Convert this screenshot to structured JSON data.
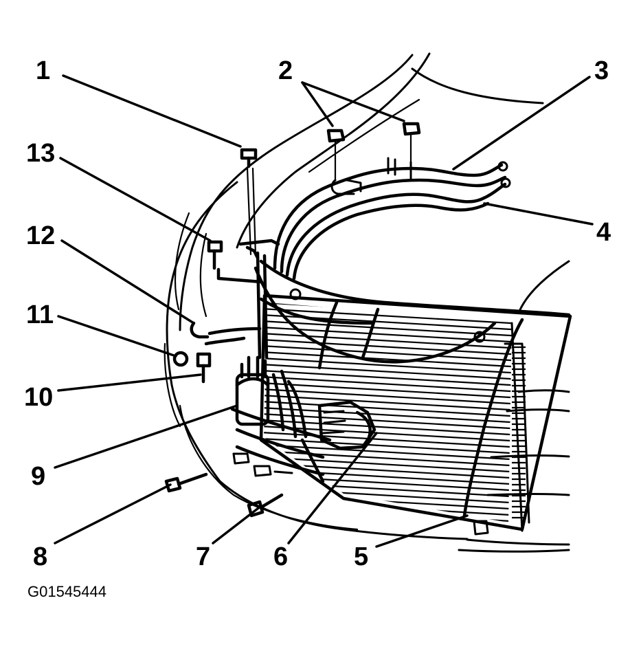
{
  "figure_id": "G01545444",
  "callouts": [
    {
      "label": "1"
    },
    {
      "label": "2"
    },
    {
      "label": "3"
    },
    {
      "label": "4"
    },
    {
      "label": "5"
    },
    {
      "label": "6"
    },
    {
      "label": "7"
    },
    {
      "label": "8"
    },
    {
      "label": "9"
    },
    {
      "label": "10"
    },
    {
      "label": "11"
    },
    {
      "label": "12"
    },
    {
      "label": "13"
    }
  ]
}
